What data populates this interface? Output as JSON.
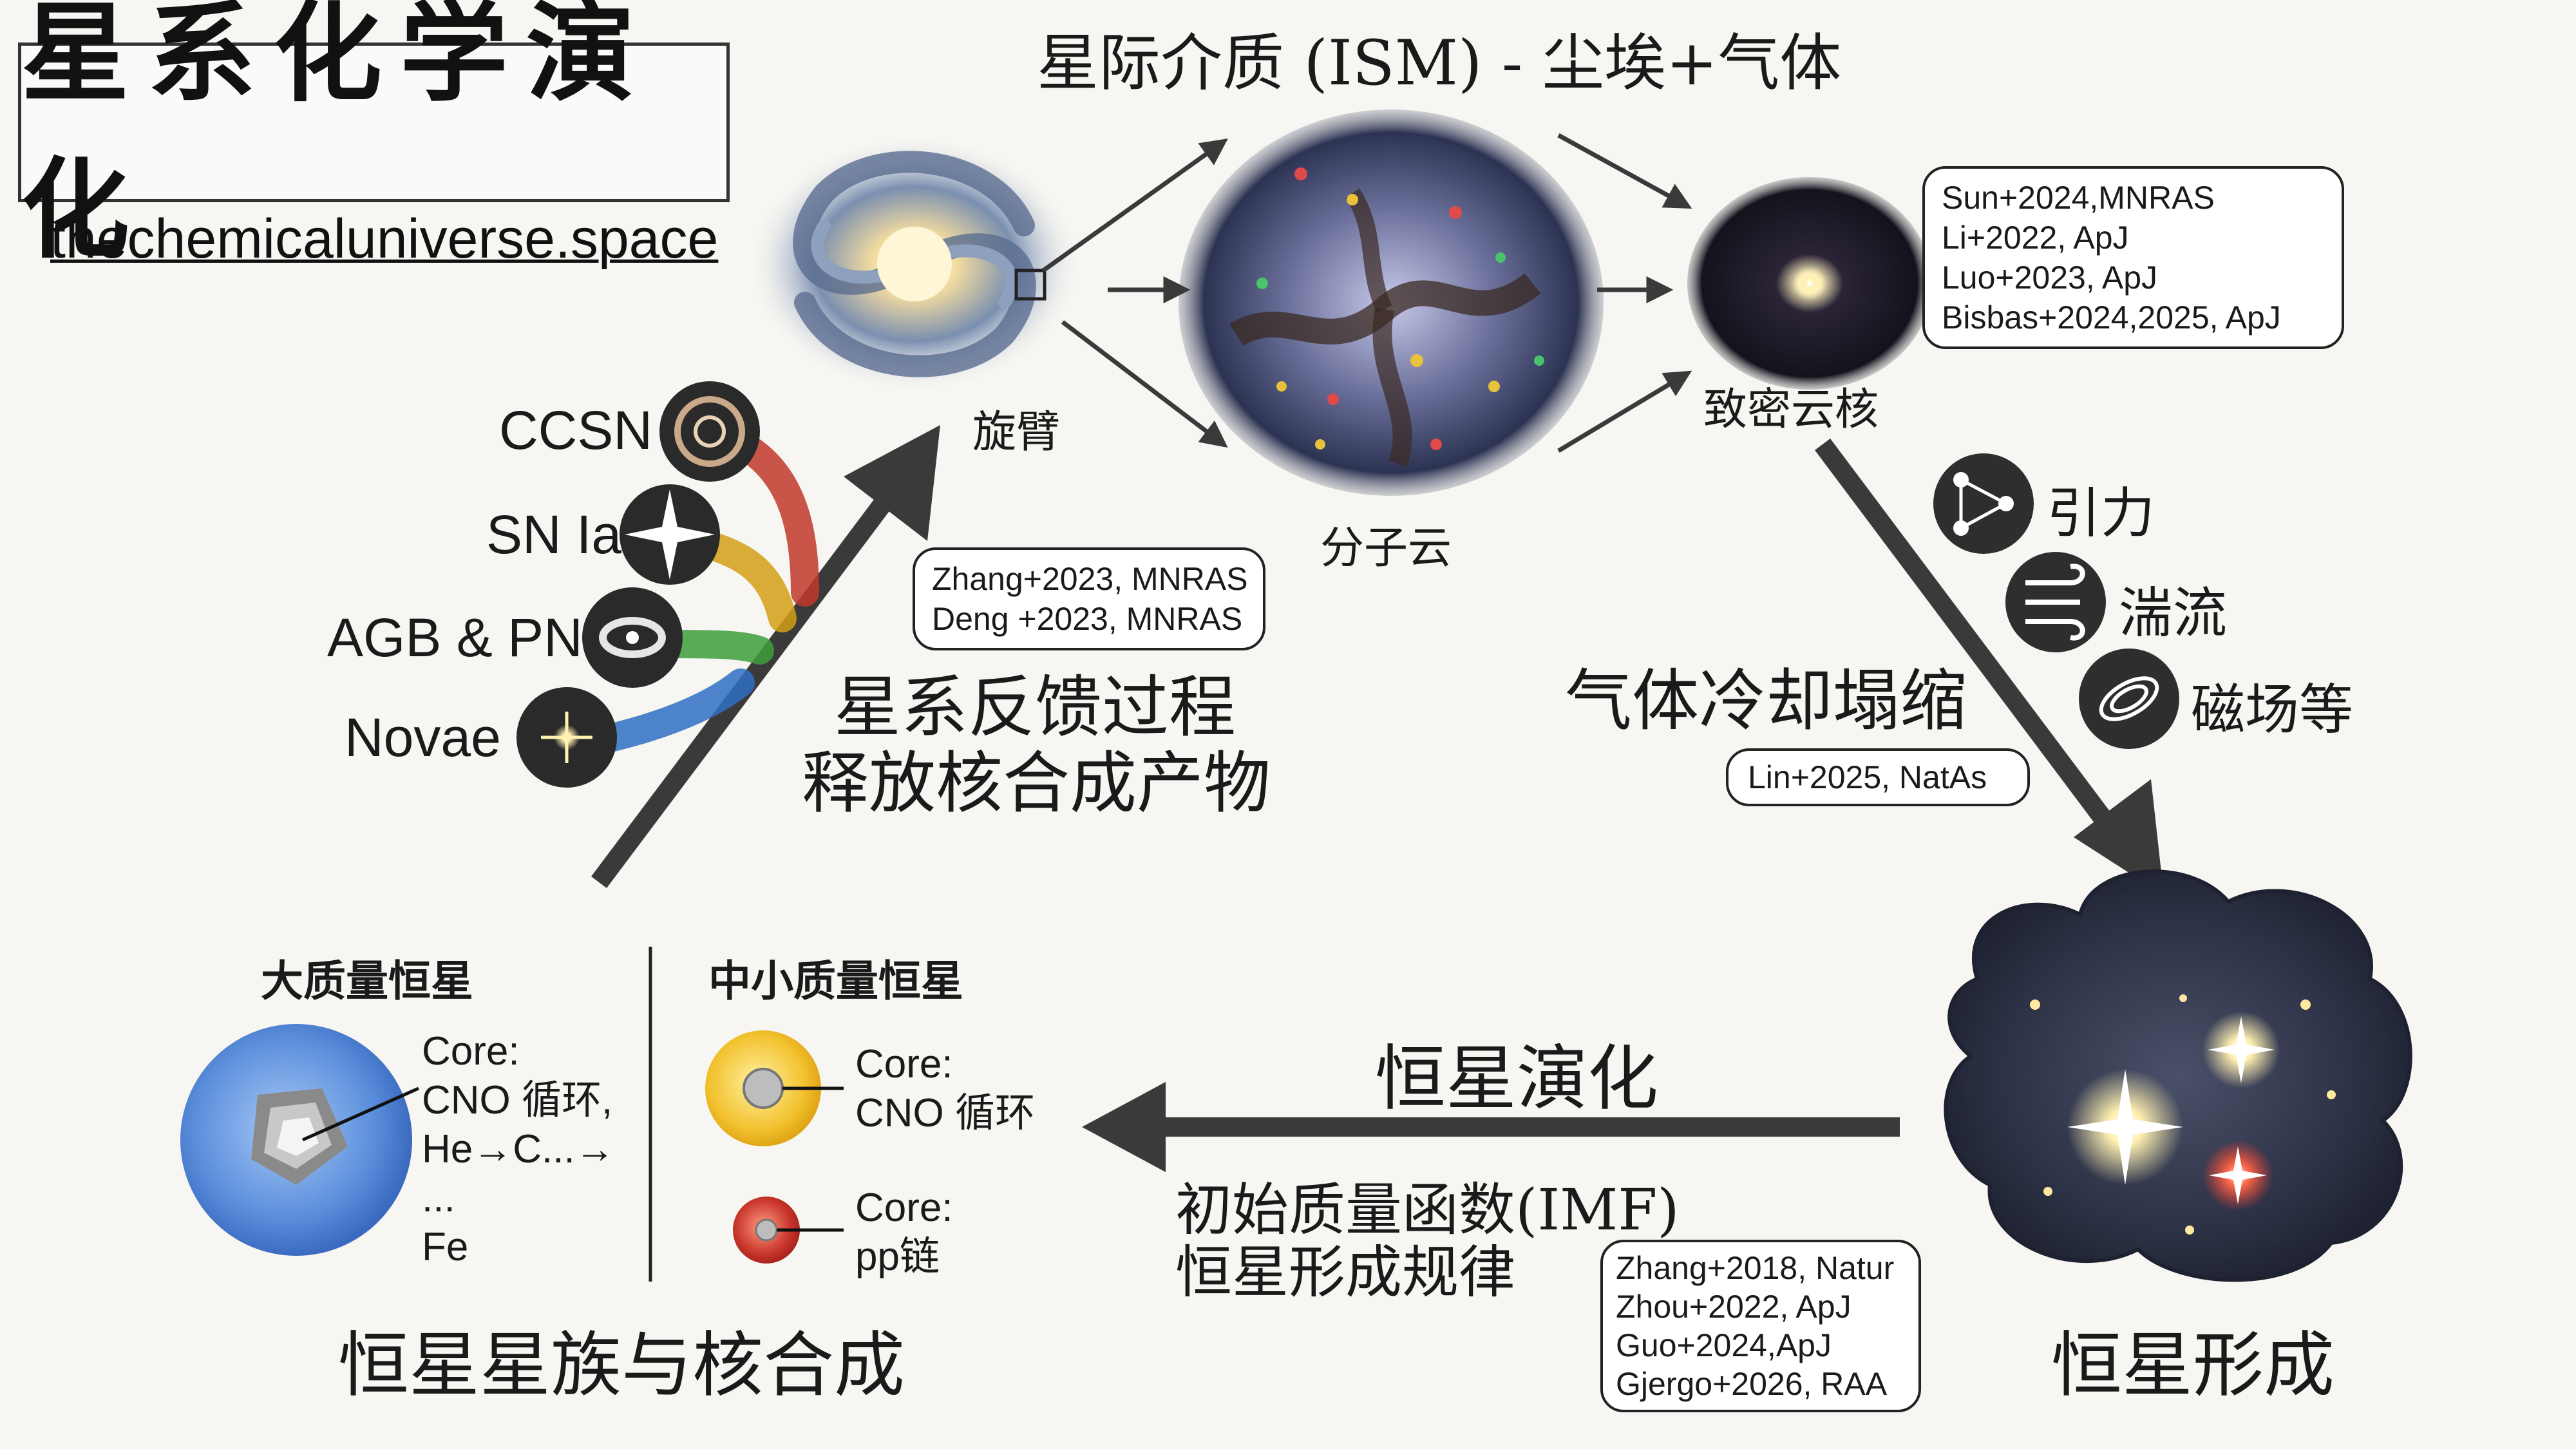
{
  "title": "星系化学演化",
  "website": "thechemicaluniverse.space",
  "ism_title": "星际介质 (ISM) - 尘埃+气体",
  "stages": {
    "spiral_arm": "旋臂",
    "molecular_cloud": "分子云",
    "dense_core": "致密云核",
    "star_formation": "恒星形成",
    "stellar_populations": "恒星星族与核合成"
  },
  "sources": [
    "CCSN",
    "SN Ia",
    "AGB & PN",
    "Novae"
  ],
  "feedback": {
    "line1": "星系反馈过程",
    "line2": "释放核合成产物"
  },
  "collapse": "气体冷却塌缩",
  "forces": [
    "引力",
    "湍流",
    "磁场等"
  ],
  "evolution": {
    "title": "恒星演化",
    "line1": "初始质量函数(IMF)",
    "line2": "恒星形成规律"
  },
  "massive_star": {
    "heading": "大质量恒星",
    "core_lines": [
      "Core:",
      "CNO 循环,",
      "He→C...→",
      "...",
      "Fe"
    ]
  },
  "low_mass_star": {
    "heading": "中小质量恒星",
    "core1": [
      "Core:",
      "CNO 循环"
    ],
    "core2": [
      "Core:",
      "pp链"
    ]
  },
  "references": {
    "dense_core": [
      "Sun+2024,MNRAS",
      "Li+2022, ApJ",
      "Luo+2023, ApJ",
      "Bisbas+2024,2025, ApJ"
    ],
    "feedback": [
      "Zhang+2023, MNRAS",
      "Deng +2023, MNRAS"
    ],
    "collapse": [
      "Lin+2025, NatAs"
    ],
    "star_formation": [
      "Zhang+2018, Natur",
      "Zhou+2022, ApJ",
      "Guo+2024,ApJ",
      "Gjergo+2026, RAA"
    ]
  },
  "colors": {
    "ccsn": "#c0392b",
    "snia": "#d4a017",
    "agb": "#3f9e3a",
    "novae": "#2f6fc4",
    "arrow": "#3a3a3a",
    "massive_blue": "#5b8fdc",
    "low_yellow": "#f2c12e",
    "low_red": "#c8352b"
  }
}
